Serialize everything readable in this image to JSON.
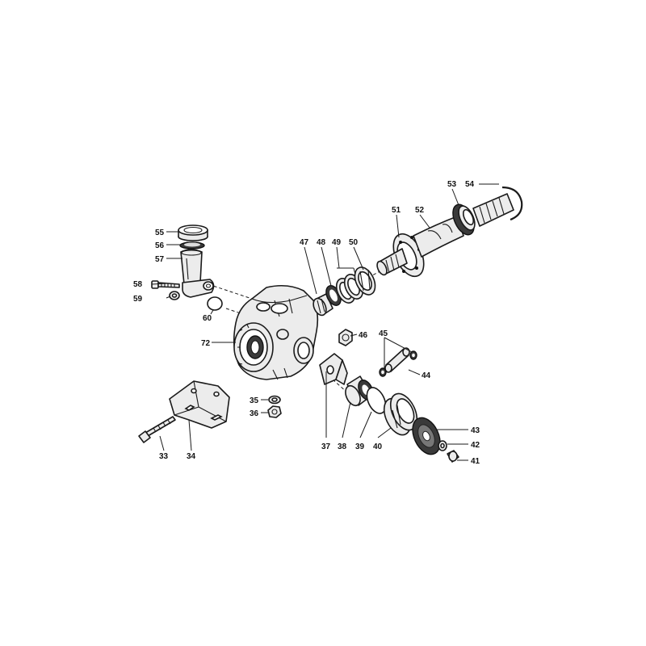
{
  "callouts": {
    "c33": "33",
    "c34": "34",
    "c35": "35",
    "c36": "36",
    "c37": "37",
    "c38": "38",
    "c39": "39",
    "c40": "40",
    "c41": "41",
    "c42": "42",
    "c43": "43",
    "c44": "44",
    "c45": "45",
    "c46": "46",
    "c47": "47",
    "c48": "48",
    "c49": "49",
    "c50": "50",
    "c51": "51",
    "c52": "52",
    "c53": "53",
    "c54": "54",
    "c55": "55",
    "c56": "56",
    "c57": "57",
    "c58": "58",
    "c59": "59",
    "c60": "60",
    "c72": "72"
  }
}
